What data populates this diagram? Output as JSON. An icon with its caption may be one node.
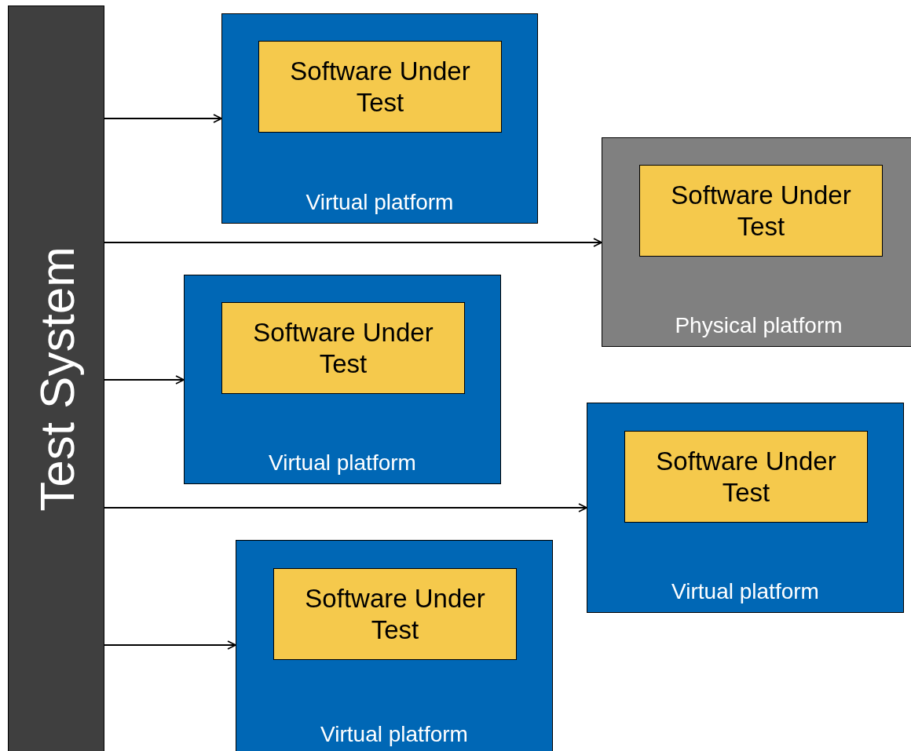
{
  "diagram": {
    "nodes": [
      {
        "text": [
          "Test System"
        ]
      },
      {
        "text": [
          "Virtual platform"
        ]
      },
      {
        "text": [
          "Software Under Test"
        ],
        "in": 1
      },
      {
        "text": [
          "Physical platform"
        ]
      },
      {
        "text": [
          "Software Under Test"
        ],
        "in": 3
      },
      {
        "text": [
          "Virtual platform"
        ]
      },
      {
        "text": [
          "Software Under Test"
        ],
        "in": 5
      },
      {
        "text": [
          "Virtual platform"
        ]
      },
      {
        "text": [
          "Software Under Test"
        ],
        "in": 7
      },
      {
        "text": [
          "Virtual platform"
        ]
      },
      {
        "text": [
          "Software Under Test"
        ],
        "in": 9
      }
    ],
    "edges": [
      {
        "from": 0,
        "to": 1,
        "arrow": "to"
      },
      {
        "from": 0,
        "to": 3,
        "arrow": "to"
      },
      {
        "from": 0,
        "to": 5,
        "arrow": "to"
      },
      {
        "from": 0,
        "to": 7,
        "arrow": "to"
      },
      {
        "from": 0,
        "to": 9,
        "arrow": "to"
      }
    ]
  }
}
